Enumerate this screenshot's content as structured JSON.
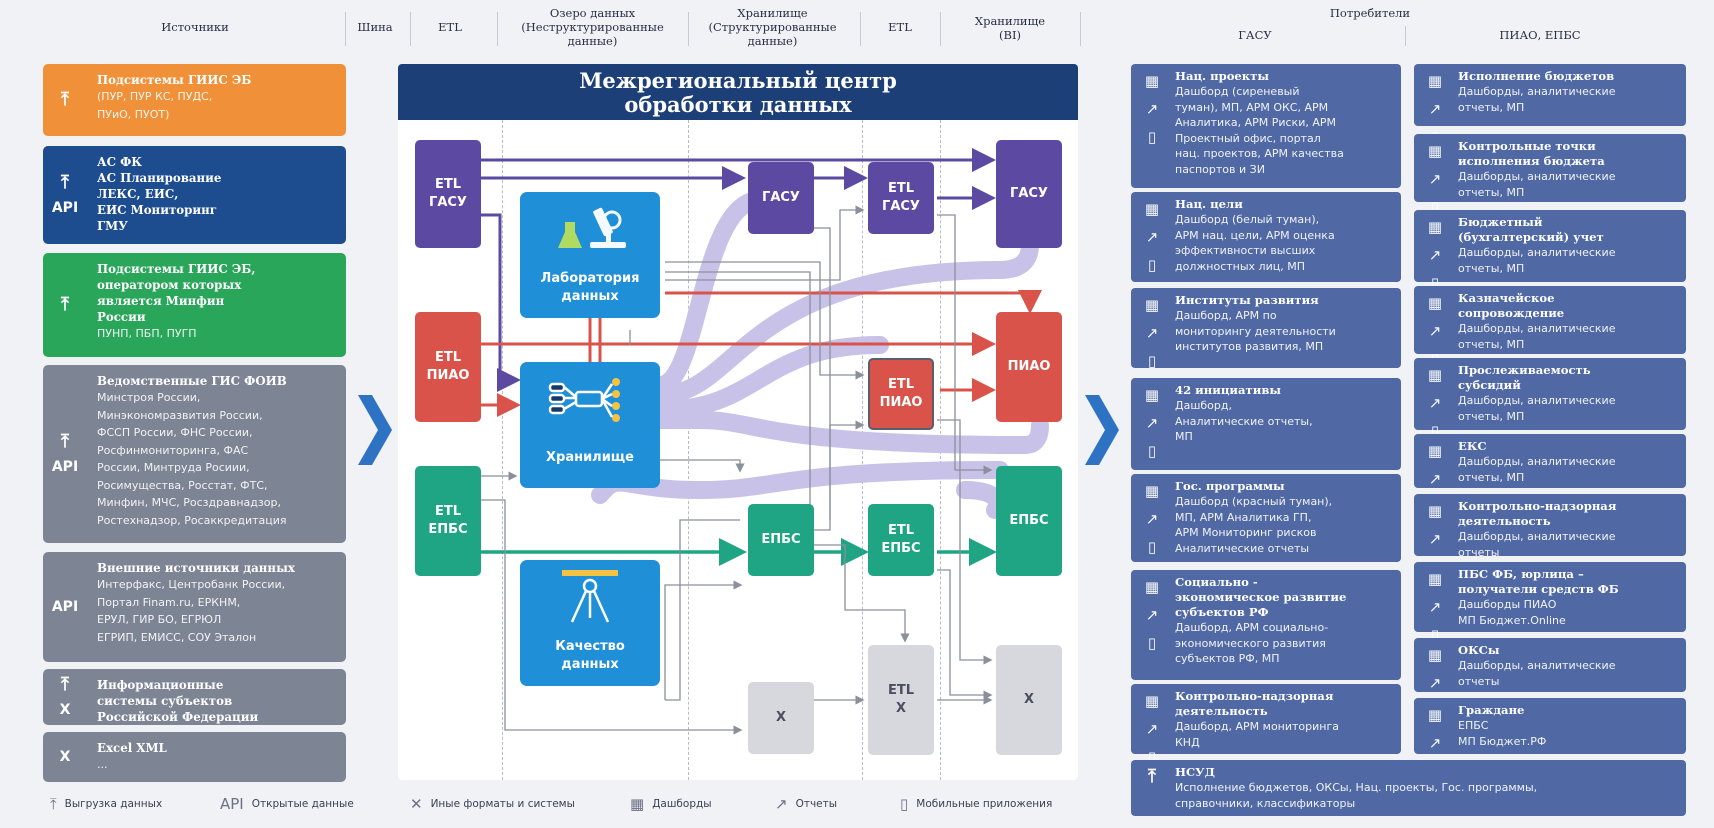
{
  "headers": {
    "sources": "Источники",
    "bus": "Шина",
    "etl1": "ETL",
    "lake": "Озеро данных\n(Неструктурированные\nданные)",
    "dwh": "Хранилище\n(Структурированные\nданные)",
    "etl2": "ETL",
    "bi": "Хранилище\n(BI)",
    "consumers": "Потребители",
    "gasu": "ГАСУ",
    "piao": "ПИАО, ЕПБС"
  },
  "sources": [
    {
      "title": "Подсистемы ГИИС ЭБ",
      "desc": "(ПУР, ПУР КС, ПУДС,\nПУиО, ПУОТ)",
      "icons": [
        "upload-icon"
      ],
      "color": "#f0913a"
    },
    {
      "title": "АС ФК\nАС Планирование\nЛЕКС, ЕИС,\nЕИС Мониторинг\nГМУ",
      "desc": "",
      "icons": [
        "upload-icon",
        "api-icon"
      ],
      "color": "#1d4c8f"
    },
    {
      "title": "Подсистемы ГИИС ЭБ,\nоператором которых\nявляется Минфин\nРоссии",
      "desc": "ПУНП, ПБП, ПУГП",
      "icons": [
        "upload-icon"
      ],
      "color": "#2aa65a"
    },
    {
      "title": "Ведомственные ГИС ФОИВ",
      "desc": "Минстроя России,\nМинэкономразвития России,\nФССП России, ФНС России,\nРосфинмониторинга, ФАС\nРоссии, Минтруда Росиии,\nРосимущества, Росстат, ФТС,\nМинфин, МЧС, Росздравнадзор,\nРостехнадзор, Росаккредитация",
      "icons": [
        "upload-icon",
        "api-icon"
      ],
      "color": "#7d8493"
    },
    {
      "title": "Внешние источники данных",
      "desc": "Интерфакс, Центробанк России,\nПортал Finam.ru,  ЕРКНМ,\nЕРУЛ, ГИР БО, ЕГРЮЛ\nЕГРИП, ЕМИСС, СОУ Эталон",
      "icons": [
        "api-icon"
      ],
      "color": "#7d8493"
    },
    {
      "title": "Информационные\nсистемы субъектов\nРоссийской Федерации",
      "desc": "",
      "icons": [
        "upload-icon",
        "cross-icon"
      ],
      "color": "#7d8493"
    },
    {
      "title": "Excel XML",
      "desc": "...",
      "icons": [
        "cross-icon"
      ],
      "color": "#7d8493"
    }
  ],
  "icon_labels": {
    "api": "API",
    "cross": "X"
  },
  "center": {
    "title": "Межрегиональный центр\nобработки данных",
    "etl_gasu": "ETL\nГАСУ",
    "etl_piao": "ETL\nПИАО",
    "etl_epbs": "ETL\nЕПБС",
    "lab": "Лаборатория\nданных",
    "storage": "Хранилище",
    "quality": "Качество\nданных",
    "dwh_gasu": "ГАСУ",
    "dwh_epbs": "ЕПБС",
    "dwh_x": "X",
    "etl2_gasu": "ETL\nГАСУ",
    "etl2_piao": "ETL\nПИАО",
    "etl2_epbs": "ETL\nЕПБС",
    "etl2_x": "ETL\nX",
    "bi_gasu": "ГАСУ",
    "bi_piao": "ПИАО",
    "bi_epbs": "ЕПБС",
    "bi_x": "X"
  },
  "consumers_gasu": [
    {
      "title": "Нац. проекты",
      "desc": "Дашборд (сиреневый\nтуман), МП, АРМ ОКС, АРМ\nАналитика, АРМ Риски, АРМ\nПроектный офис, портал\nнац. проектов, АРМ качества\nпаспортов и ЗИ"
    },
    {
      "title": "Нац. цели",
      "desc": "Дашборд (белый туман),\nАРМ нац. цели, АРМ оценка\nэффективности высших\nдолжностных лиц, МП"
    },
    {
      "title": "Институты развития",
      "desc": "Дашборд, АРМ по\nмониторингу деятельности\nинститутов развития, МП"
    },
    {
      "title": "42 инициативы",
      "desc": "Дашборд,\nАналитические отчеты,\nМП"
    },
    {
      "title": "Гос. программы",
      "desc": "Дашборд (красный туман),\nМП, АРМ Аналитика ГП,\nАРМ Мониторинг рисков\nАналитические отчеты"
    },
    {
      "title": "Социально -\nэкономическое развитие\nсубъектов РФ",
      "desc": "Дашборд, АРМ социально-\nэкономического развития\nсубъектов РФ, МП"
    },
    {
      "title": "Контрольно-надзорная\nдеятельность",
      "desc": "Дашборд, АРМ  мониторинга\nКНД"
    }
  ],
  "consumers_piao": [
    {
      "title": "Исполнение бюджетов",
      "desc": "Дашборды, аналитические\nотчеты, МП"
    },
    {
      "title": "Контрольные точки\nисполнения бюджета",
      "desc": "Дашборды, аналитические\nотчеты, МП"
    },
    {
      "title": "Бюджетный\n(бухгалтерский) учет",
      "desc": "Дашборды, аналитические\nотчеты, МП"
    },
    {
      "title": "Казначейское\nсопровождение",
      "desc": "Дашборды, аналитические\nотчеты, МП"
    },
    {
      "title": "Прослеживаемость\nсубсидий",
      "desc": "Дашборды, аналитические\nотчеты, МП"
    },
    {
      "title": "ЕКС",
      "desc": "Дашборды, аналитические\nотчеты, МП"
    },
    {
      "title": "Контрольно-надзорная\nдеятельность",
      "desc": "Дашборды, аналитические\nотчеты"
    },
    {
      "title": "ПБС ФБ, юрлица –\nполучатели средств ФБ",
      "desc": "Дашборды ПИАО\nМП Бюджет.Online"
    },
    {
      "title": "ОКСы",
      "desc": "Дашборды, аналитические\nотчеты"
    },
    {
      "title": "Граждане",
      "desc": "ЕПБС\nМП Бюджет.РФ"
    }
  ],
  "nsud": {
    "title": "НСУД",
    "desc": "Исполнение бюджетов, ОКСы, Нац. проекты, Гос. программы,\nсправочники, классификаторы"
  },
  "legend": [
    {
      "icon": "upload-icon",
      "glyph": "⤒",
      "label": "Выгрузка данных"
    },
    {
      "icon": "api-icon",
      "glyph": "API",
      "label": "Открытые данные"
    },
    {
      "icon": "cross-icon",
      "glyph": "✕",
      "label": "Иные форматы и системы"
    },
    {
      "icon": "dashboard-icon",
      "glyph": "▦",
      "label": "Дашборды"
    },
    {
      "icon": "report-icon",
      "glyph": "↗",
      "label": "Отчеты"
    },
    {
      "icon": "mobile-icon",
      "glyph": "▯",
      "label": "Мобильные приложения"
    }
  ],
  "colors": {
    "purple": "#5c4aa2",
    "red": "#d9534b",
    "teal": "#1fa583",
    "blue": "#1f8fd8",
    "consumer": "#5068a3",
    "navy": "#1d3f77",
    "lavender": "#c9c2e8"
  }
}
